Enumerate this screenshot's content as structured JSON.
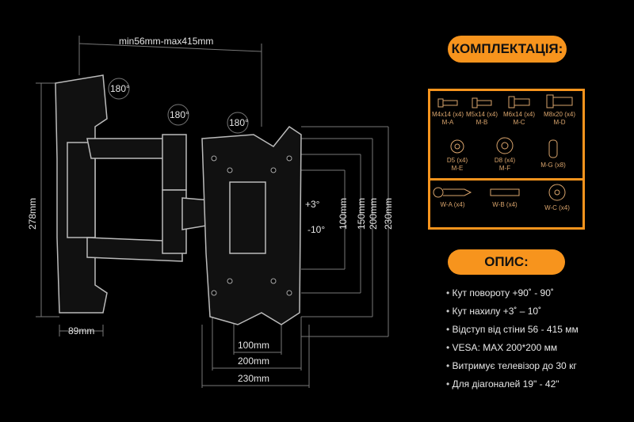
{
  "diagram": {
    "depth_range": "min56mm-max415mm",
    "rotations": [
      "180°",
      "180°",
      "180°"
    ],
    "height": "278mm",
    "wall_plate_width": "89mm",
    "tilt_up": "+3°",
    "tilt_down": "-10°",
    "vertical_dims": [
      "100mm",
      "150mm",
      "200mm",
      "230mm"
    ],
    "horizontal_dims": [
      "100mm",
      "200mm",
      "230mm"
    ]
  },
  "kit": {
    "title": "КОМПЛЕКТАЦІЯ:",
    "parts": [
      {
        "size": "M4x14 (x4)",
        "code": "M-A"
      },
      {
        "size": "M5x14 (x4)",
        "code": "M-B"
      },
      {
        "size": "M6x14 (x4)",
        "code": "M-C"
      },
      {
        "size": "M8x20 (x4)",
        "code": "M-D"
      },
      {
        "size": "D5 (x4)",
        "code": "M-E"
      },
      {
        "size": "D8 (x4)",
        "code": "M-F"
      },
      {
        "size": "M-G (x8)",
        "code": ""
      }
    ],
    "wall_parts": [
      "W-A (x4)",
      "W-B (x4)",
      "W-C (x4)"
    ]
  },
  "description": {
    "title": "ОПИС:",
    "items": [
      "Кут повороту +90˚ - 90˚",
      "Кут нахилу +3˚ – 10˚",
      "Відступ від стіни 56 - 415 мм",
      "VESA: MAX 200*200 мм",
      "Витримує телевізор до 30 кг",
      "Для діагоналей 19\" - 42\""
    ]
  },
  "colors": {
    "accent": "#f7941d",
    "parts": "#d9a46c"
  }
}
